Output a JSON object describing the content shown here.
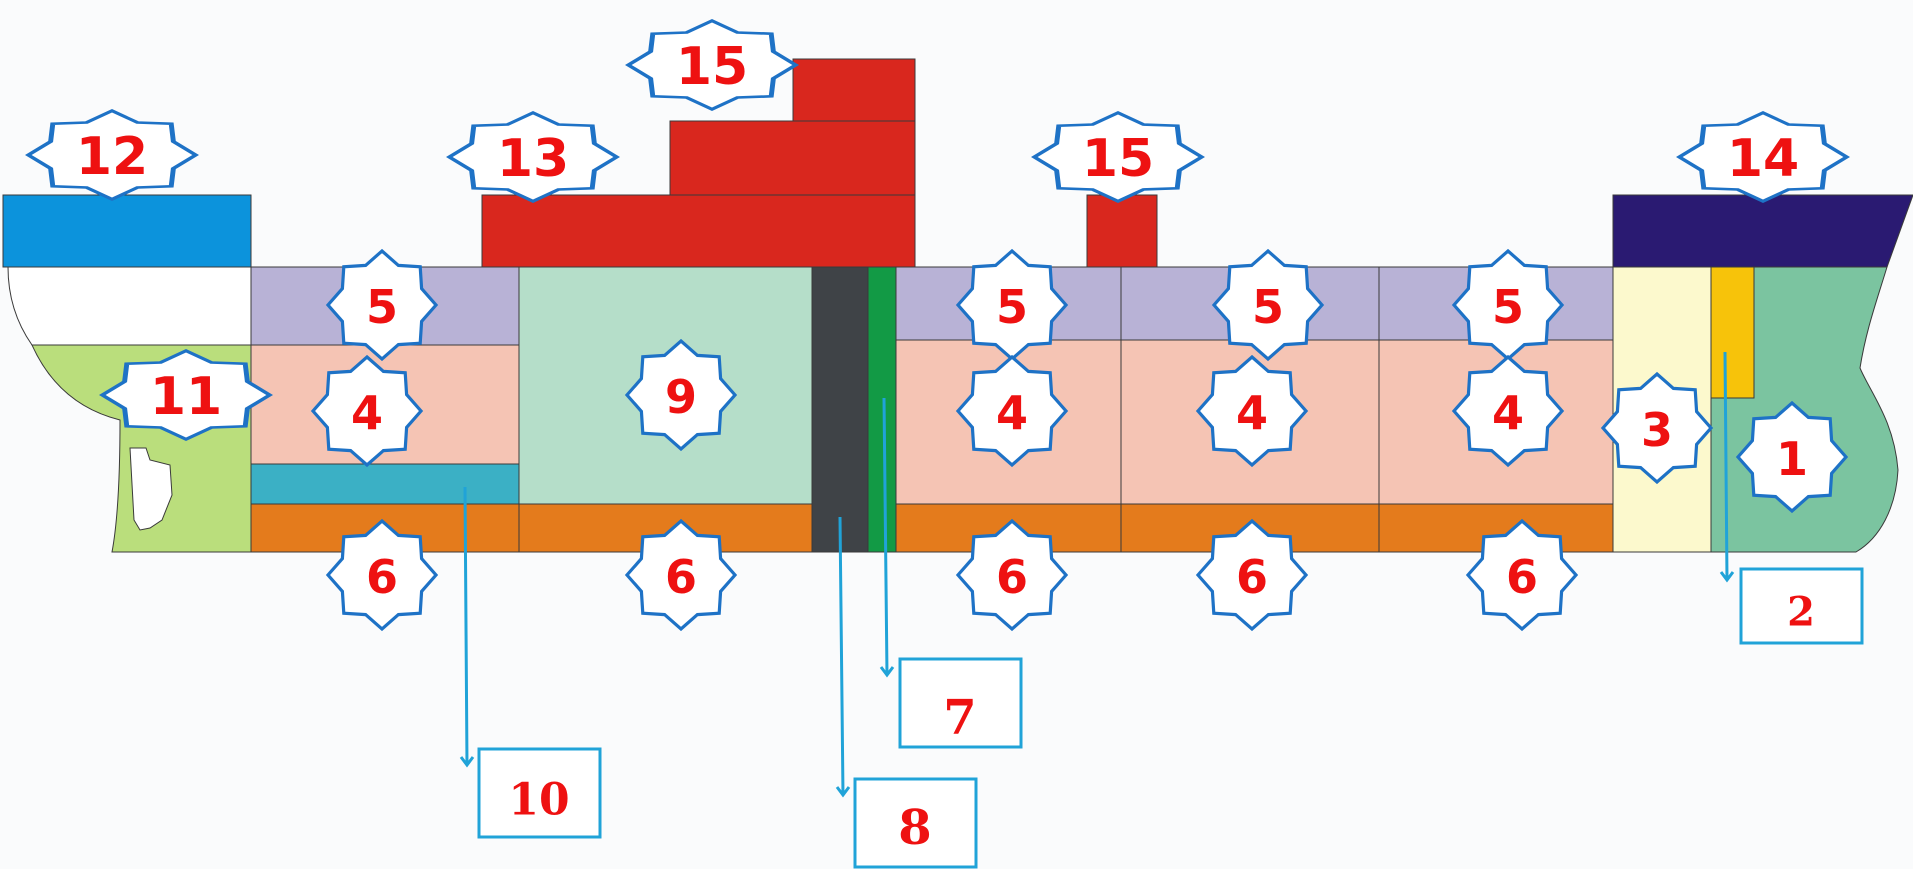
{
  "colors": {
    "lavender": "#b8b2d6",
    "peach": "#f5c4b4",
    "orange": "#e47b1c",
    "mint": "#b5dec9",
    "teal": "#3bb0c5",
    "dark_gray": "#3f4347",
    "green": "#129a45",
    "red": "#d9271e",
    "blue": "#0c93dc",
    "navy": "#2a1a72",
    "light_green": "#bade7c",
    "cream": "#fcf9cd",
    "sea_green": "#7bc4a0",
    "yellow": "#f7c30a",
    "star_outline": "#1e72c6",
    "callout": "#20a3d8",
    "label_red": "#ee1111"
  },
  "star_labels": {
    "s12": "12",
    "s13": "13",
    "s15a": "15",
    "s15b": "15",
    "s14": "14",
    "s5a": "5",
    "s5b": "5",
    "s5c": "5",
    "s5d": "5",
    "s11": "11",
    "s4a": "4",
    "s9": "9",
    "s4b": "4",
    "s4c": "4",
    "s4d": "4",
    "s3": "3",
    "s1": "1",
    "s6a": "6",
    "s6b": "6",
    "s6c": "6",
    "s6d": "6",
    "s6e": "6"
  },
  "box_labels": {
    "b2": "2",
    "b7": "7",
    "b10": "10",
    "b8": "8"
  }
}
